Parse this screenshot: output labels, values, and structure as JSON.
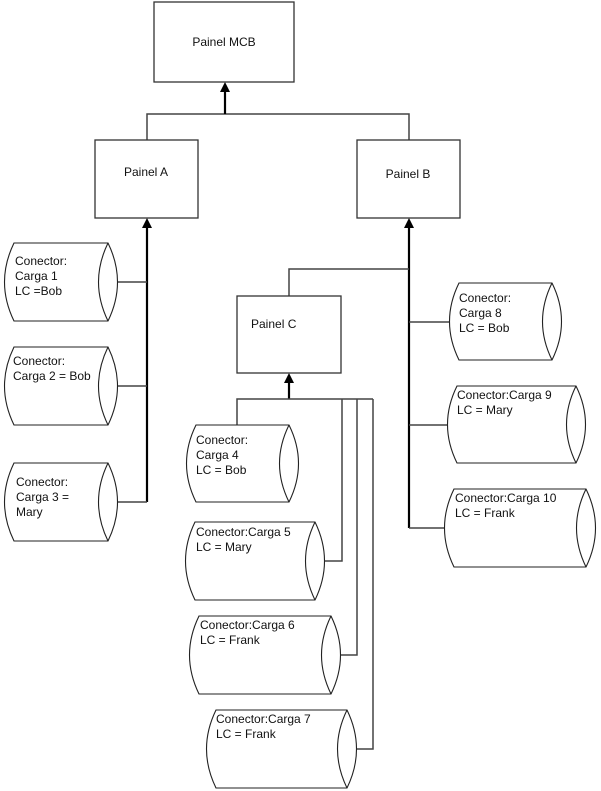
{
  "diagram": {
    "title": "Painel MCB",
    "panels": [
      {
        "id": "mcb",
        "label": "Painel MCB",
        "feeds": null
      },
      {
        "id": "a",
        "label": "Painel A",
        "feeds": "mcb"
      },
      {
        "id": "b",
        "label": "Painel B",
        "feeds": "mcb"
      },
      {
        "id": "c",
        "label": "Painel C",
        "feeds": "b"
      }
    ],
    "connectors": [
      {
        "id": "carga1",
        "panel": "a",
        "lines": [
          "Conector:",
          "Carga 1",
          "LC =Bob"
        ]
      },
      {
        "id": "carga2",
        "panel": "a",
        "lines": [
          "Conector:",
          "Carga 2 = Bob"
        ]
      },
      {
        "id": "carga3",
        "panel": "a",
        "lines": [
          "Conector:",
          "Carga 3 =",
          "Mary"
        ]
      },
      {
        "id": "carga4",
        "panel": "c",
        "lines": [
          "Conector:",
          "Carga 4",
          "LC = Bob"
        ]
      },
      {
        "id": "carga5",
        "panel": "c",
        "lines": [
          "Conector:Carga 5",
          "LC = Mary"
        ]
      },
      {
        "id": "carga6",
        "panel": "c",
        "lines": [
          "Conector:Carga 6",
          "LC = Frank"
        ]
      },
      {
        "id": "carga7",
        "panel": "c",
        "lines": [
          "Conector:Carga 7",
          "LC = Frank"
        ]
      },
      {
        "id": "carga8",
        "panel": "b",
        "lines": [
          "Conector:",
          "Carga 8",
          "LC = Bob"
        ]
      },
      {
        "id": "carga9",
        "panel": "b",
        "lines": [
          "Conector:Carga 9",
          "LC = Mary"
        ]
      },
      {
        "id": "carga10",
        "panel": "b",
        "lines": [
          "Conector:Carga 10",
          "LC = Frank"
        ]
      }
    ]
  }
}
